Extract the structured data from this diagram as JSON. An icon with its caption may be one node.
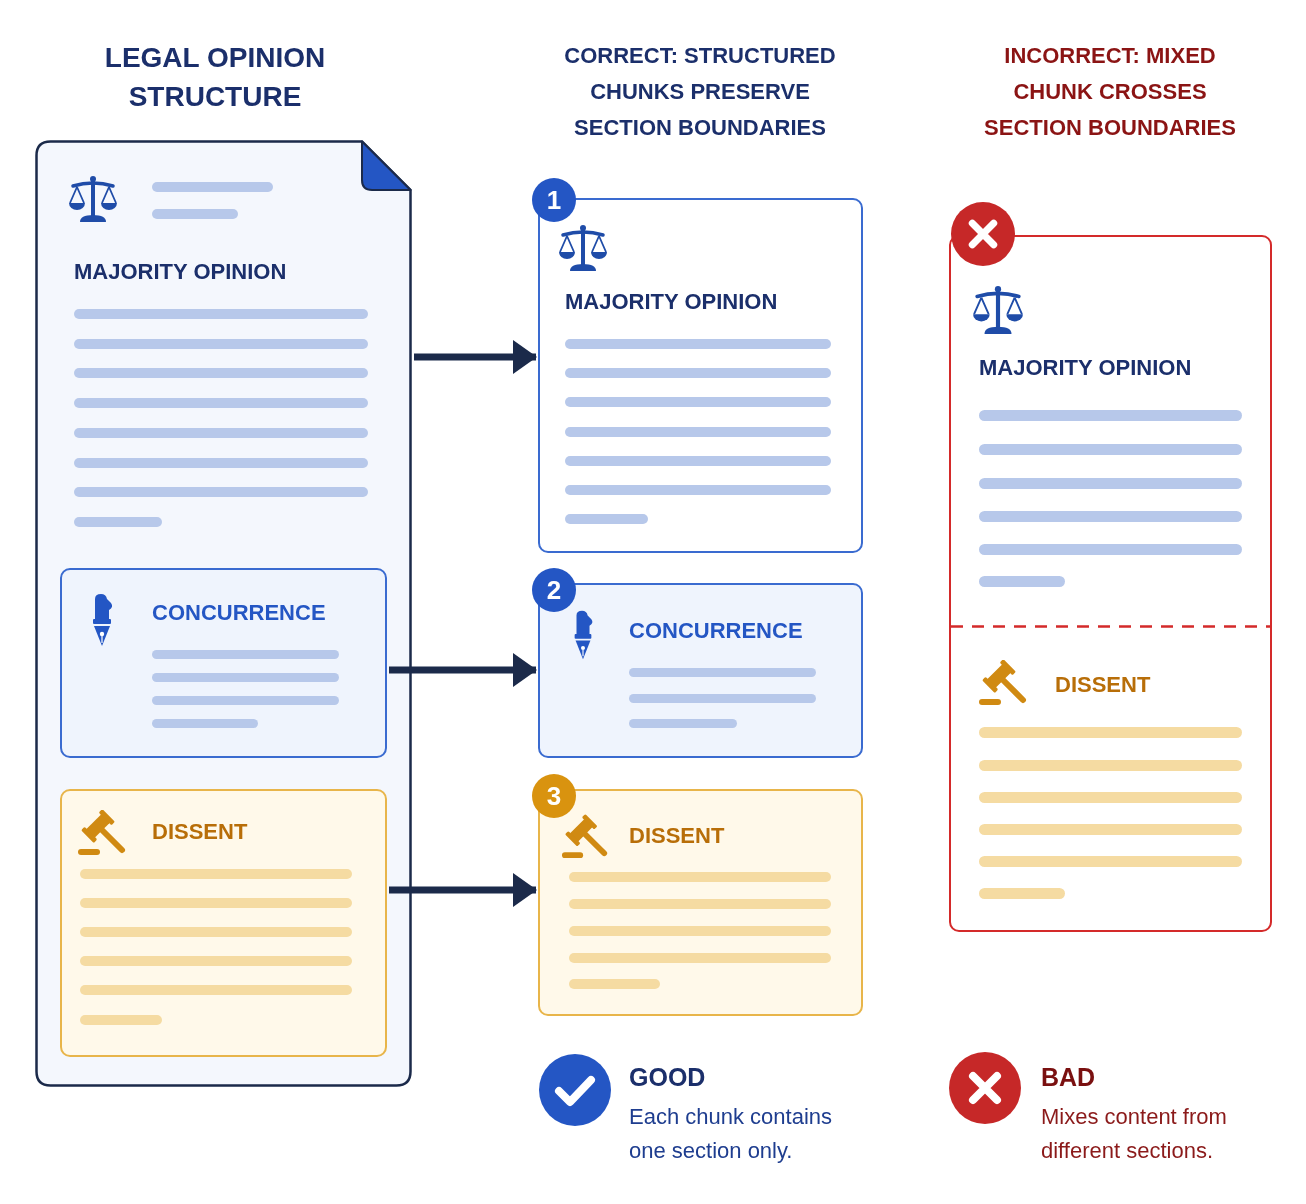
{
  "diagram": {
    "nodes": [
      {
        "text": [
          "MAJORITY OPINION"
        ]
      },
      {
        "text": [
          "CONCURRENCE"
        ],
        "in": 0
      },
      {
        "text": [
          "DISSENT"
        ],
        "in": 0
      },
      {
        "text": [
          "1",
          "MAJORITY OPINION"
        ]
      },
      {
        "text": [
          "2",
          "CONCURRENCE"
        ]
      },
      {
        "text": [
          "3",
          "DISSENT"
        ]
      },
      {
        "text": [
          "MAJORITY OPINION",
          "DISSENT"
        ]
      }
    ],
    "edges": [
      {
        "from": 0,
        "to": 3,
        "arrow": "to"
      },
      {
        "from": 1,
        "to": 4,
        "arrow": "to"
      },
      {
        "from": 2,
        "to": 5,
        "arrow": "to"
      }
    ],
    "labels": [
      "LEGAL OPINION STRUCTURE",
      "CORRECT: STRUCTURED CHUNKS PRESERVE SECTION BOUNDARIES",
      "INCORRECT: MIXED CHUNK CROSSES SECTION BOUNDARIES",
      "GOOD",
      "Each chunk contains one section only.",
      "BAD",
      "Mixes content from different sections."
    ]
  }
}
